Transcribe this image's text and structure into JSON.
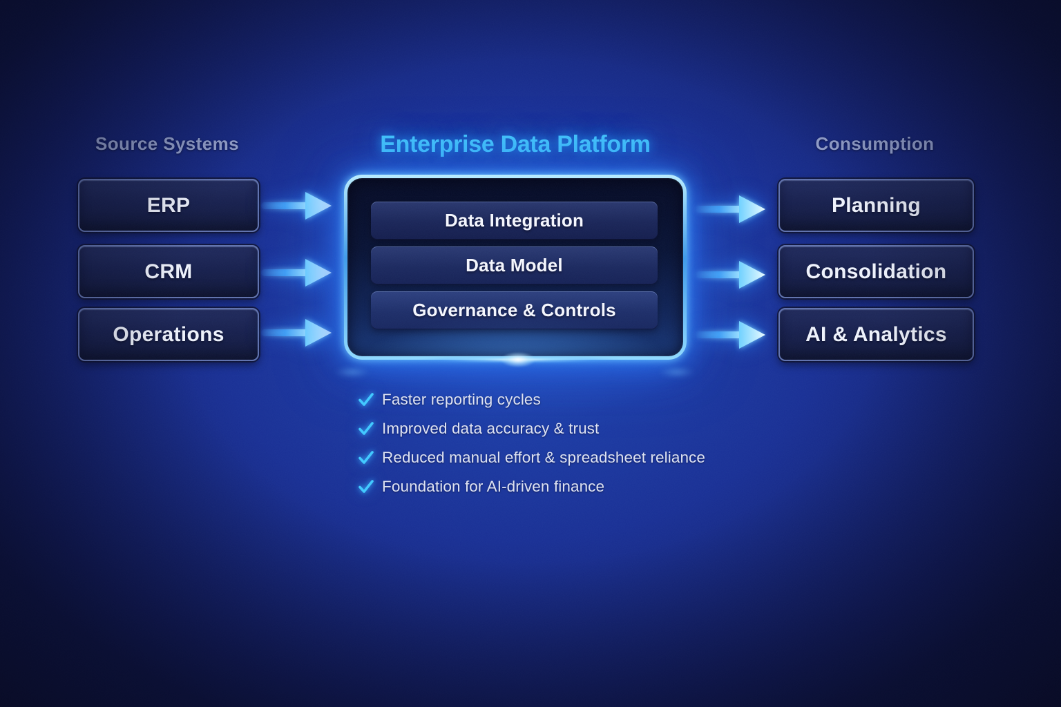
{
  "title": "Enterprise Data Platform",
  "source": {
    "label": "Source Systems",
    "items": [
      "ERP",
      "CRM",
      "Operations"
    ]
  },
  "platform": {
    "layers": [
      "Data Integration",
      "Data Model",
      "Governance & Controls"
    ]
  },
  "consumption": {
    "label": "Consumption",
    "items": [
      "Planning",
      "Consolidation",
      "AI & Analytics"
    ]
  },
  "benefits": [
    "Faster reporting cycles",
    "Improved data accuracy & trust",
    "Reduced manual effort & spreadsheet reliance",
    "Foundation for AI-driven finance"
  ],
  "icons": {
    "flow_arrow": "right-arrow",
    "benefit_check": "checkmark"
  },
  "colors": {
    "background_deep": "#0a0d30",
    "background_royal": "#1e45b2",
    "accent_cyan": "#41c4f9",
    "neon_border": "#8fd9ff",
    "arrow": "#6fd0ff",
    "node_fill": "#161f4c",
    "node_border": "#5f71ad",
    "node_text": "#eef2fc",
    "column_label": "#93a0cc",
    "check": "#3fc8ff",
    "benefit_text": "#dde2f3"
  }
}
